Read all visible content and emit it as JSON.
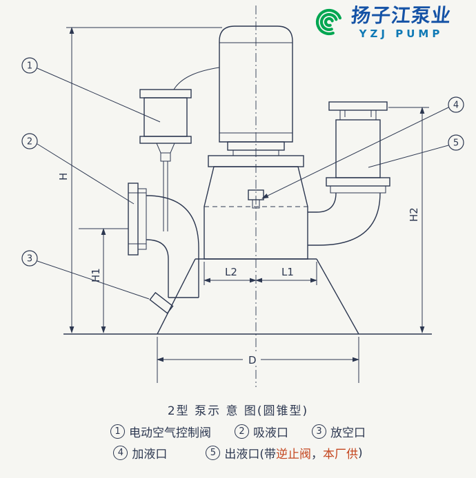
{
  "colors": {
    "bg": "#f6f6f2",
    "ink": "#2c3750",
    "hl": "#c4461f",
    "brand-green": "#00a651",
    "brand-blue": "#1553a6",
    "brand-teal": "#0f79b5"
  },
  "logo": {
    "company_cn": "扬子江泵业",
    "company_en": "YZJ PUMP"
  },
  "diagram": {
    "callouts": [
      "1",
      "2",
      "3",
      "4",
      "5"
    ],
    "dims": {
      "h": "H",
      "h1": "H1",
      "h2": "H2",
      "l1": "L1",
      "l2": "L2",
      "d": "D"
    }
  },
  "caption": {
    "title": "2型 泵示 意 图(圆锥型)",
    "items": [
      {
        "num": "1",
        "text": "电动空气控制阀"
      },
      {
        "num": "2",
        "text": "吸液口"
      },
      {
        "num": "3",
        "text": "放空口"
      },
      {
        "num": "4",
        "text": "加液口"
      },
      {
        "num": "5",
        "text": "出液口(带"
      }
    ],
    "item5": {
      "hl1": "逆止阀",
      "sep": "，",
      "hl2": "本厂供",
      "close": ")"
    }
  }
}
